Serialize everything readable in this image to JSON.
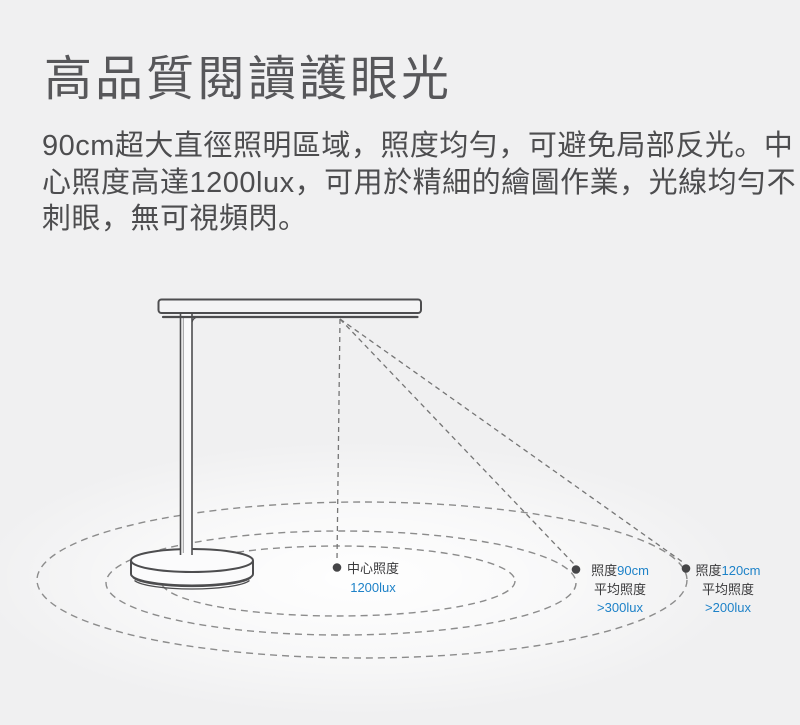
{
  "colors": {
    "background": "#f0f0f1",
    "accent_blue": "#1e82c8",
    "label_dark": "#39393b",
    "heading_gray": "#57575a",
    "body_gray": "#4d4d4f",
    "lamp_outline_gray": "#4d4d4f",
    "dashed_ring_gray": "#8c8c8c"
  },
  "header": {
    "title": "高品質閱讀護眼光"
  },
  "description": {
    "lines": [
      "90cm超大直徑照明區域，照度均勻，可避免局部反光。中",
      "心照度高達1200lux，可用於精細的繪圖作業，光線均勻不",
      "刺眼，無可視頻閃。"
    ]
  },
  "diagram": {
    "center_label": {
      "title": "中心照度",
      "value": "1200lux"
    },
    "ring_90": {
      "prefix": "照度",
      "size": "90cm",
      "avg_label": "平均照度",
      "value": ">300lux"
    },
    "ring_120": {
      "prefix": "照度",
      "size": "120cm",
      "avg_label": "平均照度",
      "value": ">200lux"
    }
  }
}
